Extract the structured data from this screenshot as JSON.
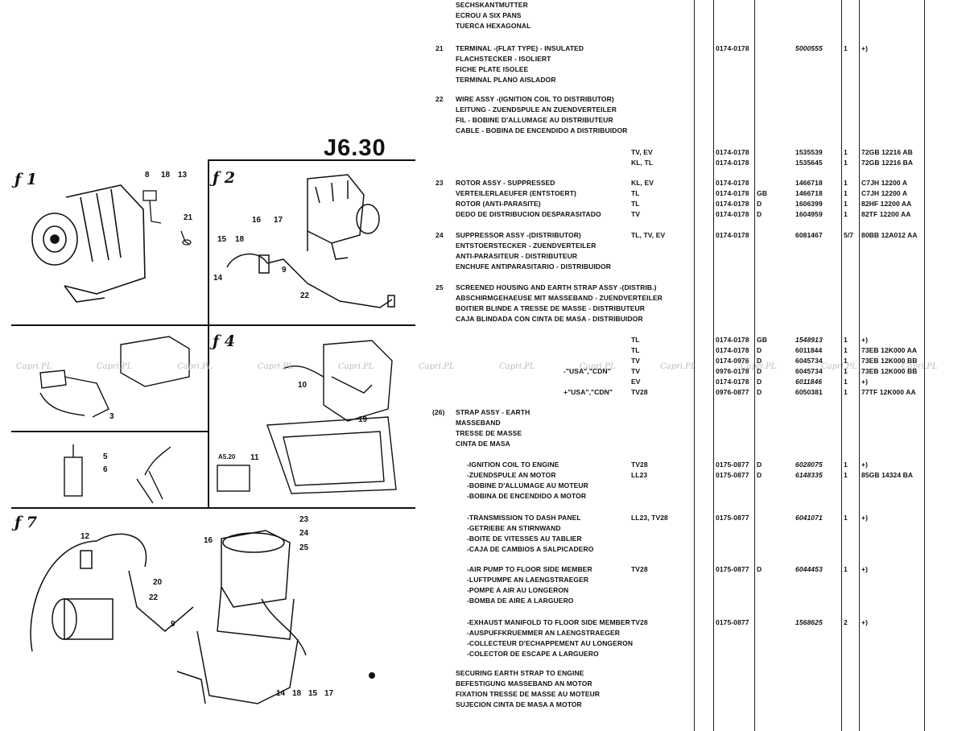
{
  "page_code": "J6.30",
  "figure_labels": [
    "1",
    "2",
    "4",
    "7"
  ],
  "callouts": {
    "f1": [
      "8",
      "18",
      "13",
      "21"
    ],
    "f2": [
      "16",
      "17",
      "15",
      "18",
      "14",
      "9",
      "22"
    ],
    "f3": [
      "3"
    ],
    "f4": [
      "10",
      "19"
    ],
    "f5": [
      "5",
      "6"
    ],
    "f6": [
      "A5.20",
      "11"
    ],
    "f7": [
      "12",
      "20",
      "22",
      "9",
      "16",
      "23",
      "24",
      "25",
      "14",
      "18",
      "15",
      "17"
    ]
  },
  "watermark": "Capri.PL",
  "entries": [
    {
      "no": "",
      "lines": [
        "SECHSKANTMUTTER",
        "ECROU A SIX PANS",
        "TUERCA HEXAGONAL"
      ]
    },
    {
      "no": "21",
      "lines": [
        "TERMINAL -(FLAT TYPE) - INSULATED",
        "FLACHSTECKER - ISOLIERT",
        "FICHE PLATE ISOLEE",
        "TERMINAL PLANO AISLADOR"
      ],
      "rows": [
        {
          "model": "",
          "date": "0174-0178",
          "col": "",
          "part": "5000555",
          "qty": "1",
          "note": "+)"
        }
      ]
    },
    {
      "no": "22",
      "lines": [
        "WIRE ASSY -(IGNITION COIL TO DISTRIBUTOR)",
        "LEITUNG - ZUENDSPULE AN ZUENDVERTEILER",
        "FIL - BOBINE D'ALLUMAGE AU DISTRIBUTEUR",
        "CABLE - BOBINA DE ENCENDIDO A DISTRIBUIDOR"
      ],
      "rows": [
        {
          "model": "TV, EV",
          "date": "0174-0178",
          "col": "",
          "part": "1535539",
          "qty": "1",
          "note": "72GB 12216 AB"
        },
        {
          "model": "KL, TL",
          "date": "0174-0178",
          "col": "",
          "part": "1535645",
          "qty": "1",
          "note": "72GB 12216 BA"
        }
      ]
    },
    {
      "no": "23",
      "lines": [
        "ROTOR ASSY - SUPPRESSED",
        "VERTEILERLAEUFER (ENTSTOERT)",
        "ROTOR (ANTI-PARASITE)",
        "DEDO DE DISTRIBUCION DESPARASITADO"
      ],
      "rows": [
        {
          "model": "KL, EV",
          "date": "0174-0178",
          "col": "",
          "part": "1466718",
          "qty": "1",
          "note": "C7JH 12200 A"
        },
        {
          "model": "TL",
          "date": "0174-0178",
          "col": "GB",
          "part": "1466718",
          "qty": "1",
          "note": "C7JH 12200 A"
        },
        {
          "model": "TL",
          "date": "0174-0178",
          "col": "D",
          "part": "1606399",
          "qty": "1",
          "note": "82HF 12200 AA"
        },
        {
          "model": "TV",
          "date": "0174-0178",
          "col": "D",
          "part": "1604959",
          "qty": "1",
          "note": "82TF 12200 AA"
        }
      ]
    },
    {
      "no": "24",
      "lines": [
        "SUPPRESSOR ASSY -(DISTRIBUTOR)",
        "ENTSTOERSTECKER - ZUENDVERTEILER",
        "ANTI-PARASITEUR - DISTRIBUTEUR",
        "ENCHUFE ANTIPARASITARIO - DISTRIBUIDOR"
      ],
      "rows": [
        {
          "model": "TL, TV, EV",
          "date": "0174-0178",
          "col": "",
          "part": "6081467",
          "qty": "5/7",
          "note": "80BB 12A012 AA"
        }
      ]
    },
    {
      "no": "25",
      "lines": [
        "SCREENED HOUSING AND EARTH STRAP ASSY -(DISTRIB.)",
        "ABSCHIRMGEHAEUSE MIT MASSEBAND - ZUENDVERTEILER",
        "BOITIER BLINDE A TRESSE DE MASSE - DISTRIBUTEUR",
        "CAJA BLINDADA CON CINTA DE MASA - DISTRIBUIDOR"
      ],
      "rows": [
        {
          "pre": "",
          "model": "TL",
          "date": "0174-0178",
          "col": "GB",
          "part": "1548913",
          "qty": "1",
          "note": "+)"
        },
        {
          "pre": "",
          "model": "TL",
          "date": "0174-0178",
          "col": "D",
          "part": "6011844",
          "qty": "1",
          "note": "73EB 12K000 AA"
        },
        {
          "pre": "",
          "model": "TV",
          "date": "0174-0976",
          "col": "D",
          "part": "6045734",
          "qty": "1",
          "note": "73EB 12K000 BB"
        },
        {
          "pre": "-\"USA\",\"CDN\"",
          "model": "TV",
          "date": "0976-0178",
          "col": "D",
          "part": "6045734",
          "qty": "1",
          "note": "73EB 12K000 BB"
        },
        {
          "pre": "",
          "model": "EV",
          "date": "0174-0178",
          "col": "D",
          "part": "6011846",
          "qty": "1",
          "note": "+)"
        },
        {
          "pre": "+\"USA\",\"CDN\"",
          "model": "TV28",
          "date": "0976-0877",
          "col": "D",
          "part": "6050381",
          "qty": "1",
          "note": "77TF 12K000 AA"
        }
      ]
    },
    {
      "no": "(26)",
      "lines": [
        "STRAP ASSY - EARTH",
        "MASSEBAND",
        "TRESSE DE MASSE",
        "CINTA DE MASA"
      ]
    },
    {
      "no": "",
      "lines": [
        "-IGNITION COIL TO ENGINE",
        "-ZUENDSPULE AN MOTOR",
        "-BOBINE D'ALLUMAGE AU MOTEUR",
        "-BOBINA DE ENCENDIDO A MOTOR"
      ],
      "rows": [
        {
          "model": "TV28",
          "date": "0175-0877",
          "col": "D",
          "part": "6028075",
          "qty": "1",
          "note": "+)"
        },
        {
          "model": "LL23",
          "date": "0175-0877",
          "col": "D",
          "part": "6148335",
          "qty": "1",
          "note": "85GB 14324 BA"
        }
      ]
    },
    {
      "no": "",
      "lines": [
        "-TRANSMISSION TO DASH PANEL",
        "-GETRIEBE AN STIRNWAND",
        "-BOITE DE VITESSES AU TABLIER",
        "-CAJA DE CAMBIOS A SALPICADERO"
      ],
      "rows": [
        {
          "model": "LL23, TV28",
          "date": "0175-0877",
          "col": "",
          "part": "6041071",
          "qty": "1",
          "note": "+)"
        }
      ]
    },
    {
      "no": "",
      "lines": [
        "-AIR PUMP TO FLOOR SIDE MEMBER",
        "-LUFTPUMPE AN LAENGSTRAEGER",
        "-POMPE A AIR AU LONGERON",
        "-BOMBA DE AIRE A LARGUERO"
      ],
      "rows": [
        {
          "model": "TV28",
          "date": "0175-0877",
          "col": "D",
          "part": "6044453",
          "qty": "1",
          "note": "+)"
        }
      ]
    },
    {
      "no": "",
      "lines": [
        "-EXHAUST MANIFOLD TO FLOOR SIDE MEMBER",
        "-AUSPUFFKRUEMMER AN LAENGSTRAEGER",
        "-COLLECTEUR D'ECHAPPEMENT AU LONGERON",
        "-COLECTOR DE ESCAPE A LARGUERO"
      ],
      "rows": [
        {
          "model": "TV28",
          "date": "0175-0877",
          "col": "",
          "part": "1568625",
          "qty": "2",
          "note": "+)"
        }
      ]
    },
    {
      "no": "",
      "lines": [
        "SECURING EARTH STRAP TO ENGINE",
        "BEFESTIGUNG MASSEBAND AN MOTOR",
        "FIXATION TRESSE DE MASSE AU MOTEUR",
        "SUJECION CINTA DE MASA A MOTOR"
      ]
    }
  ]
}
